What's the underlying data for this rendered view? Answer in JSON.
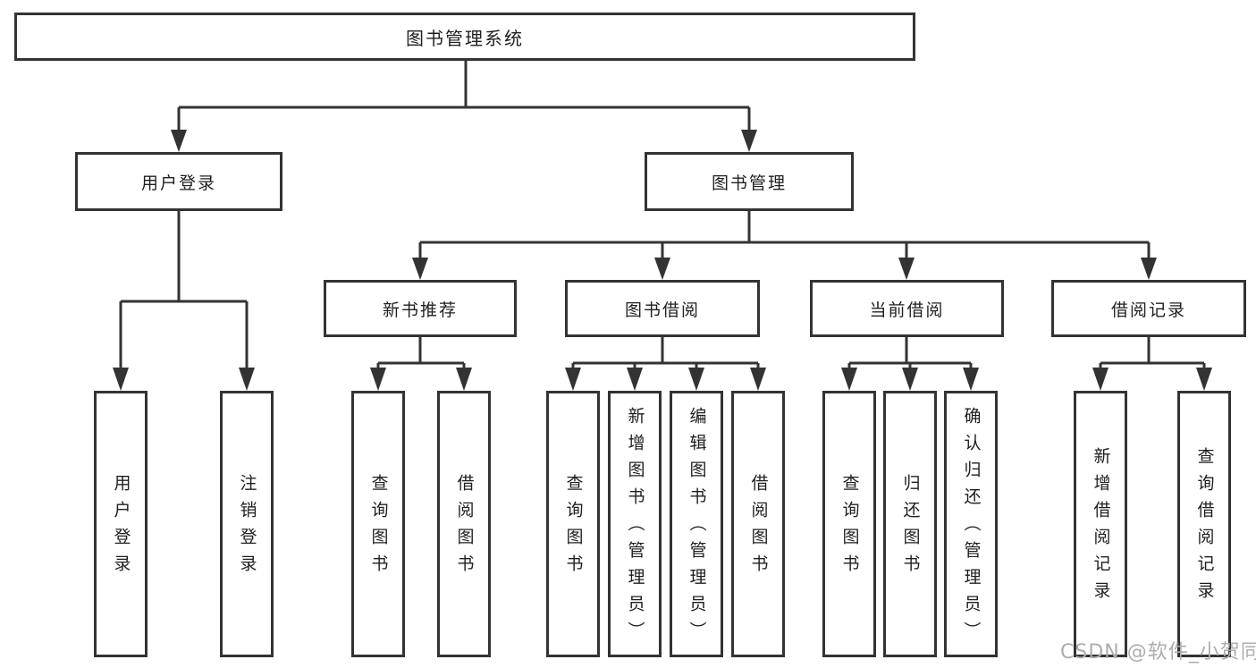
{
  "diagram": {
    "root": {
      "label": "图书管理系统"
    },
    "level2": [
      {
        "label": "用户登录"
      },
      {
        "label": "图书管理"
      }
    ],
    "level3": [
      {
        "label": "新书推荐"
      },
      {
        "label": "图书借阅"
      },
      {
        "label": "当前借阅"
      },
      {
        "label": "借阅记录"
      }
    ],
    "leaves": {
      "user_login": [
        {
          "label": "用户登录"
        },
        {
          "label": "注销登录"
        }
      ],
      "new_books": [
        {
          "label": "查询图书"
        },
        {
          "label": "借阅图书"
        }
      ],
      "book_borrow": [
        {
          "label": "查询图书"
        },
        {
          "label": "新增图书（管理员）"
        },
        {
          "label": "编辑图书（管理员）"
        },
        {
          "label": "借阅图书"
        }
      ],
      "current_borrow": [
        {
          "label": "查询图书"
        },
        {
          "label": "归还图书"
        },
        {
          "label": "确认归还（管理员）"
        }
      ],
      "borrow_records": [
        {
          "label": "新增借阅记录"
        },
        {
          "label": "查询借阅记录"
        }
      ]
    },
    "watermark": "CSDN @软件_小贺同学",
    "colors": {
      "line": "#333333",
      "box_background": "#ffffff",
      "watermark": "#adadad"
    }
  }
}
